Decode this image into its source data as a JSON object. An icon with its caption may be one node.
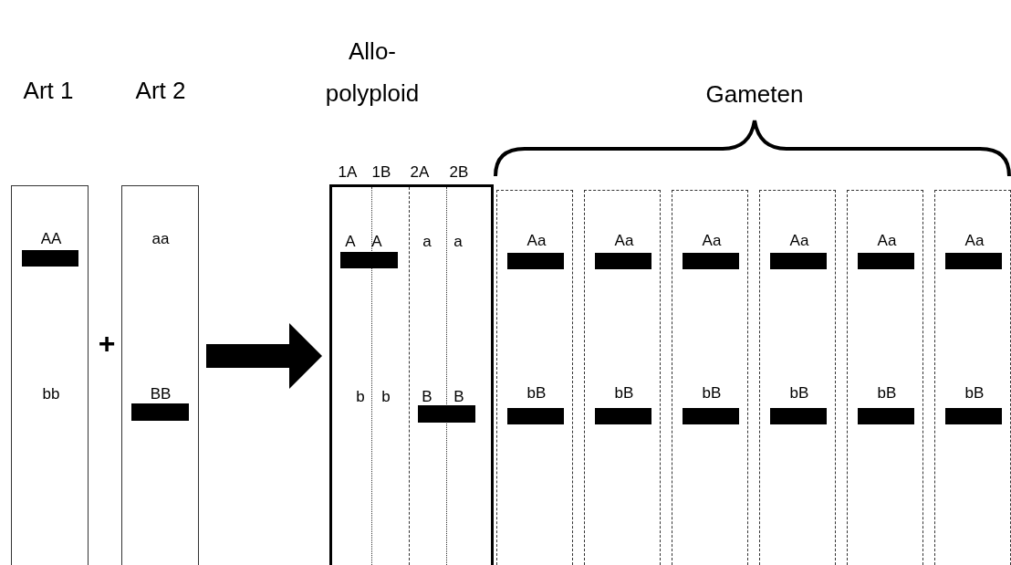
{
  "diagram": {
    "nodes": [
      {
        "text": [
          "Art 1",
          "AA",
          "bb"
        ]
      },
      {
        "text": [
          "Art 2",
          "aa",
          "BB"
        ]
      },
      {
        "text": [
          "Allo- polyploid",
          "1A",
          "1B",
          "2A",
          "2B",
          "A",
          "A",
          "a",
          "a",
          "b",
          "b",
          "B",
          "B"
        ]
      },
      {
        "text": [
          "Aa",
          "bB"
        ]
      },
      {
        "text": [
          "Aa",
          "bB"
        ]
      },
      {
        "text": [
          "Aa",
          "bB"
        ]
      },
      {
        "text": [
          "Aa",
          "bB"
        ]
      },
      {
        "text": [
          "Aa",
          "bB"
        ]
      },
      {
        "text": [
          "Aa",
          "bB"
        ]
      }
    ],
    "edges": [
      {
        "from": 1,
        "to": 2,
        "arrow": "to"
      }
    ],
    "labels": [
      "+",
      "Gameten"
    ]
  }
}
